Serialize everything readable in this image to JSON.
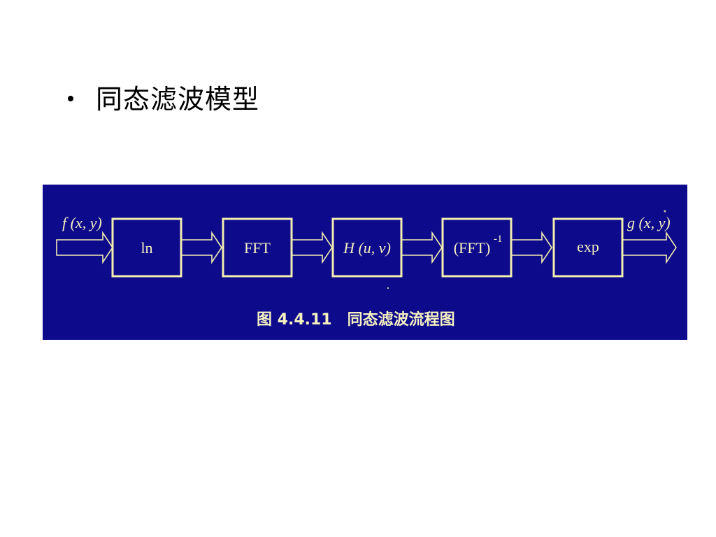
{
  "slide": {
    "bullet_symbol": "•",
    "bullet_text": "同态滤波模型"
  },
  "diagram": {
    "colors": {
      "background": "#0d0a8c",
      "stroke": "#f1eeb0",
      "text": "#f4f0c0"
    },
    "input_label": "f (x, y)",
    "output_label": "g (x, y)",
    "boxes": [
      {
        "id": "ln",
        "label": "ln"
      },
      {
        "id": "fft",
        "label": "FFT"
      },
      {
        "id": "h",
        "label": "H (u, v)"
      },
      {
        "id": "ifft",
        "label": "(FFT)",
        "superscript": "-1"
      },
      {
        "id": "exp",
        "label": "exp"
      }
    ],
    "caption": "图 4.4.11　同态滤波流程图"
  }
}
